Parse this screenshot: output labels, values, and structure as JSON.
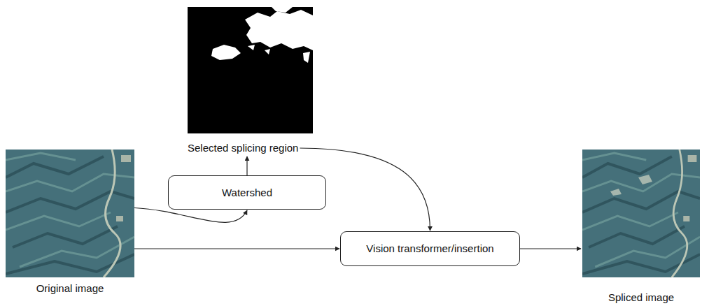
{
  "diagram": {
    "nodes": [
      {
        "text": [
          "Selected splicing region"
        ]
      },
      {
        "text": [
          "Original image"
        ]
      },
      {
        "text": [
          "Watershed"
        ]
      },
      {
        "text": [
          "Vision transformer/insertion"
        ]
      },
      {
        "text": [
          "Spliced image"
        ]
      }
    ],
    "edges": [
      {
        "from": 1,
        "to": 2,
        "arrow": "to"
      },
      {
        "from": 2,
        "to": 0,
        "arrow": "to"
      },
      {
        "from": 0,
        "to": 3,
        "arrow": "to"
      },
      {
        "from": 1,
        "to": 3,
        "arrow": "to"
      },
      {
        "from": 3,
        "to": 4,
        "arrow": "to"
      }
    ]
  }
}
